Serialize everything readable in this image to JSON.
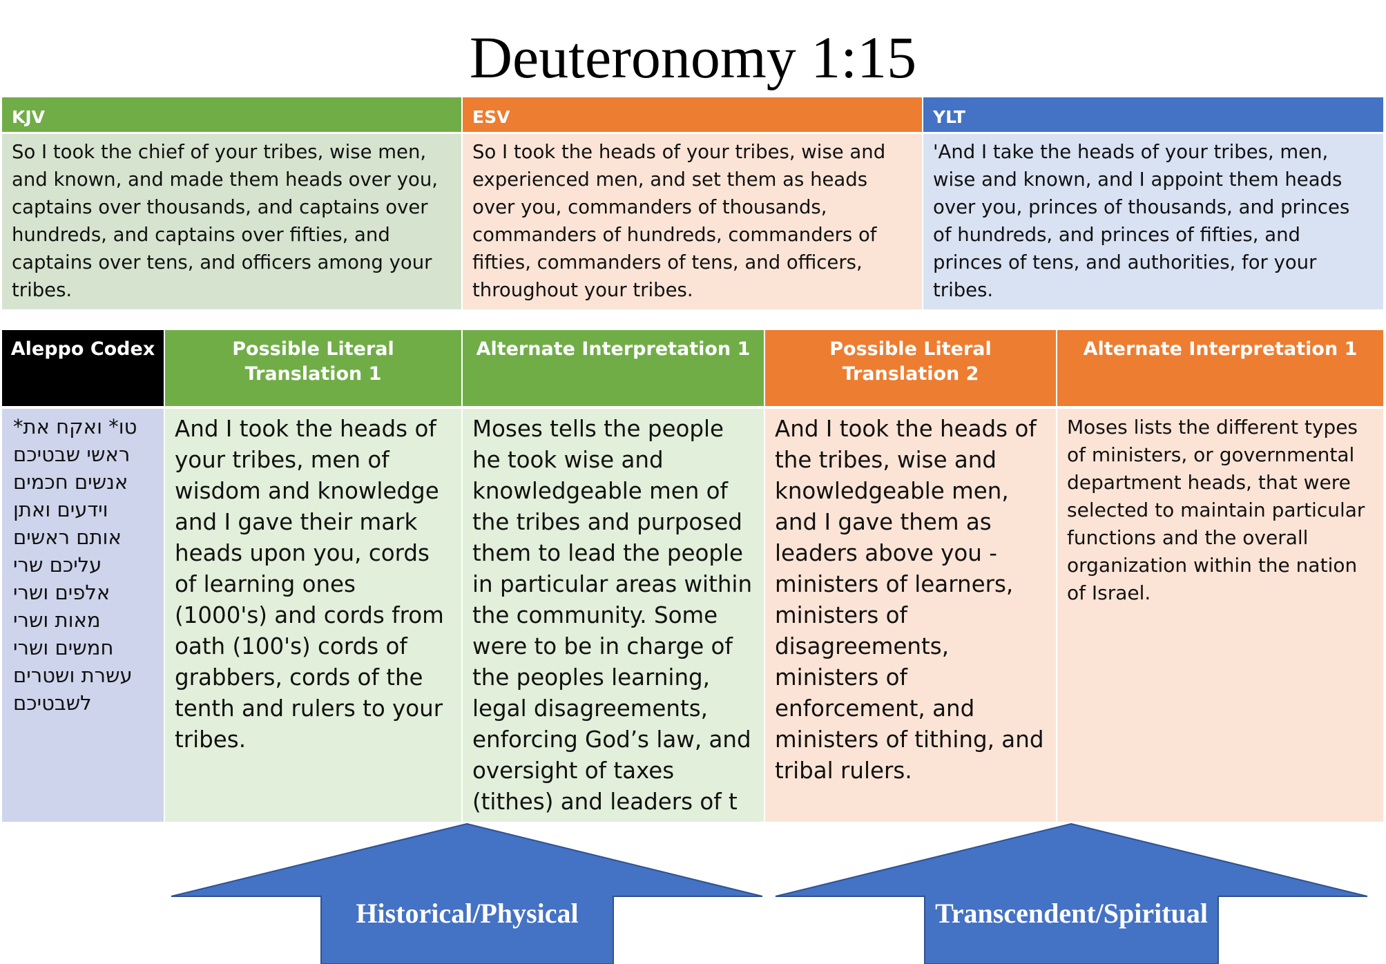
{
  "title": "Deuteronomy 1:15",
  "versions": [
    {
      "label": "KJV",
      "text": "So I took the chief of your tribes, wise men, and known, and made them heads over you, captains over thousands, and captains over hundreds, and captains over fifties, and captains over tens, and officers among your tribes."
    },
    {
      "label": "ESV",
      "text": "So I took the heads of your tribes, wise and experienced men, and set them as heads over you, commanders of thousands, commanders of hundreds, commanders of fifties, commanders of tens, and officers, throughout your tribes."
    },
    {
      "label": "YLT",
      "text": "'And I take the heads of your tribes, men, wise and known, and I appoint them heads over you, princes of thousands, and princes of hundreds, and princes of fifties, and princes of tens, and authorities, for your tribes."
    }
  ],
  "columns": [
    {
      "header": "Aleppo Codex",
      "lines": [
        "טו* ואקח את*",
        "ראשי שבטיכם",
        "אנשים חכמים",
        "וידעים ואתן",
        "אותם ראשים",
        "עליכם  שרי",
        "אלפים ושרי",
        "מאות ושרי",
        "חמשים ושרי",
        "עשרת ושטרים",
        "לשבטיכם"
      ]
    },
    {
      "header": "Possible Literal Translation 1",
      "text": "And I took the heads of your tribes, men of wisdom and knowledge and I gave their mark heads upon you, cords of learning ones (1000's) and cords from oath (100's) cords of grabbers, cords of the tenth and rulers to your tribes."
    },
    {
      "header": "Alternate Interpretation 1",
      "text": "Moses tells the people he took wise and knowledgeable men of the tribes and purposed them to lead the people in particular areas within the community. Some were to be in charge of the peoples learning, legal disagreements, enforcing God’s law, and oversight of taxes (tithes) and leaders of t he tribes."
    },
    {
      "header": "Possible Literal Translation 2",
      "text": "And I took the heads of the tribes, wise and knowledgeable men, and I gave them as leaders above you - ministers of learners, ministers of disagreements, ministers of enforcement, and ministers of tithing, and tribal rulers."
    },
    {
      "header": "Alternate Interpretation 1",
      "text": "Moses lists the different types of ministers, or governmental department heads, that were selected to maintain particular functions and the overall organization within the nation of Israel."
    }
  ],
  "arrows": [
    {
      "label": "Historical/Physical"
    },
    {
      "label": "Transcendent/Spiritual"
    }
  ],
  "colors": {
    "green": "#70ad47",
    "orange": "#ed7d31",
    "blue": "#4472c4",
    "arrow": "#4472c4"
  }
}
